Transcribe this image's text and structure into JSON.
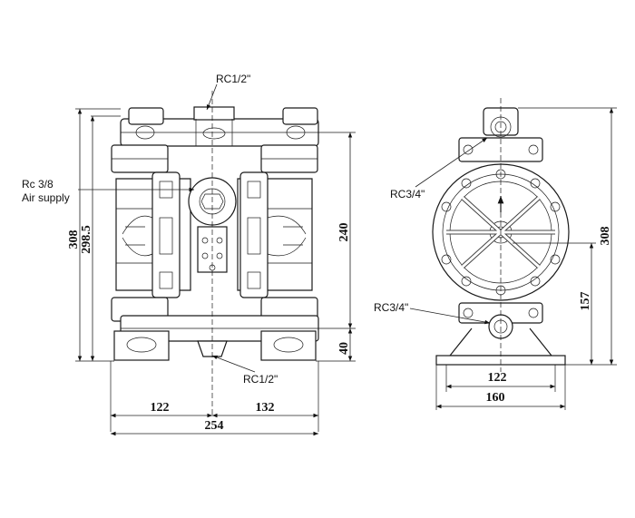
{
  "labels": {
    "top_port": "RC1/2\"",
    "bottom_port": "RC1/2\"",
    "air_supply_line1": "Rc  3/8",
    "air_supply_line2": "Air supply",
    "side_top_port": "RC3/4\"",
    "side_bottom_port": "RC3/4\""
  },
  "dimensions": {
    "front_height_total": "308",
    "front_height_body": "298.5",
    "front_port_spacing": "240",
    "front_base_height": "40",
    "front_width_left": "122",
    "front_width_right": "132",
    "front_width_total": "254",
    "side_height_total": "308",
    "side_port_height": "157",
    "side_base_inner": "122",
    "side_base_outer": "160"
  }
}
